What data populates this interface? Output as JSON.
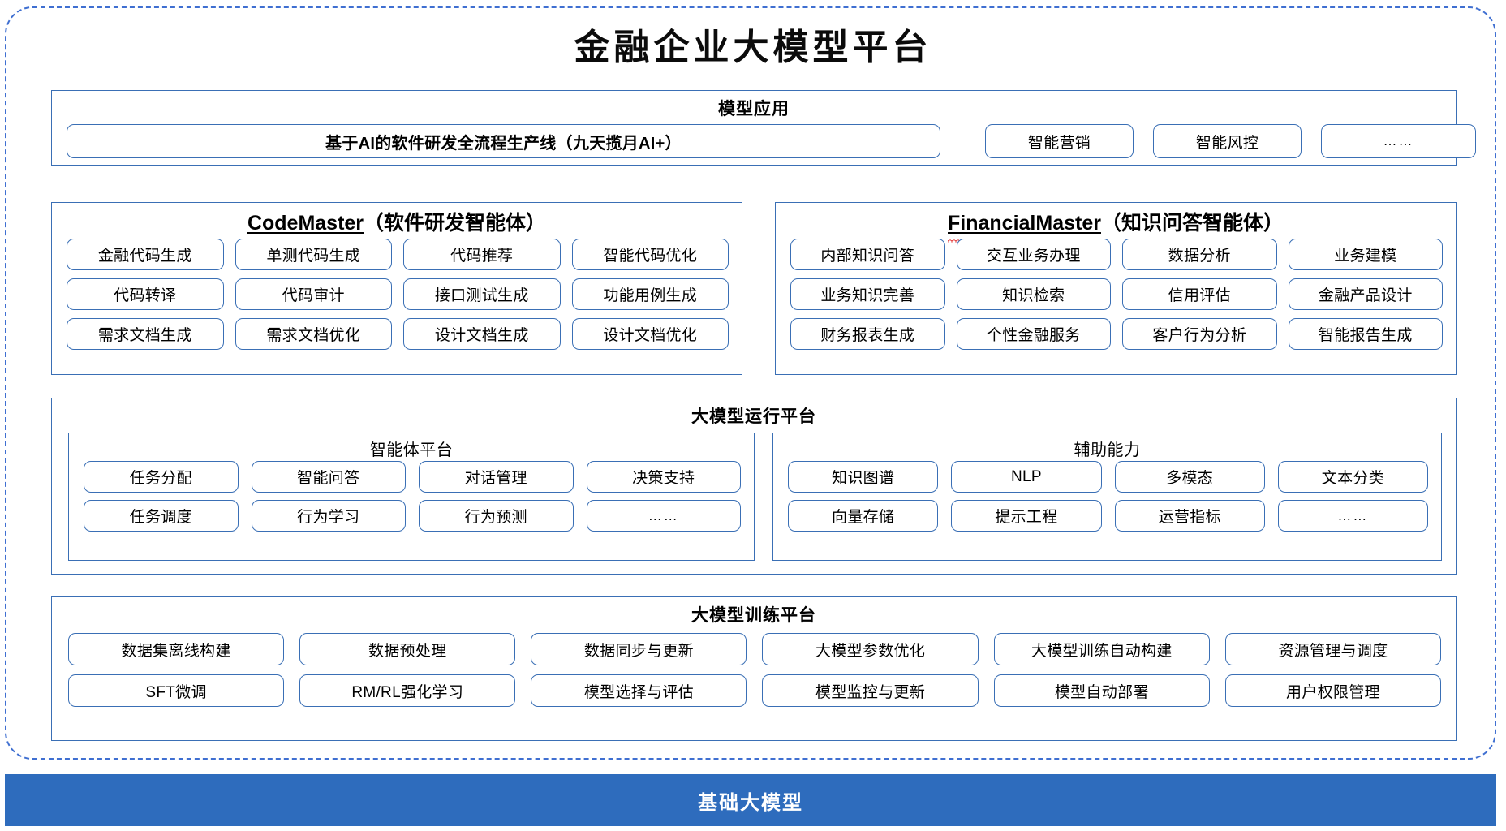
{
  "title": "金融企业大模型平台",
  "theme": {
    "frame_border": "#3f6fd1",
    "box_border": "#3a6fb5",
    "base_bar_bg": "#2e6cbd",
    "spellcheck_underline": "#e02020",
    "text": "#000000"
  },
  "model_application": {
    "heading": "模型应用",
    "items": [
      {
        "label": "基于AI的软件研发全流程生产线（九天揽月AI+）",
        "emphasis": true
      },
      {
        "label": "智能营销",
        "emphasis": false
      },
      {
        "label": "智能风控",
        "emphasis": false
      },
      {
        "label": "……",
        "emphasis": false
      }
    ]
  },
  "agents": [
    {
      "name_en": "CodeMaster",
      "name_cn": "（软件研发智能体）",
      "spellcheck_flagged": true,
      "capabilities": [
        "金融代码生成",
        "单测代码生成",
        "代码推荐",
        "智能代码优化",
        "代码转译",
        "代码审计",
        "接口测试生成",
        "功能用例生成",
        "需求文档生成",
        "需求文档优化",
        "设计文档生成",
        "设计文档优化"
      ]
    },
    {
      "name_en": "FinancialMaster",
      "name_cn": "（知识问答智能体）",
      "spellcheck_flagged": true,
      "capabilities": [
        "内部知识问答",
        "交互业务办理",
        "数据分析",
        "业务建模",
        "业务知识完善",
        "知识检索",
        "信用评估",
        "金融产品设计",
        "财务报表生成",
        "个性金融服务",
        "客户行为分析",
        "智能报告生成"
      ]
    }
  ],
  "runtime_platform": {
    "heading": "大模型运行平台",
    "panels": [
      {
        "title": "智能体平台",
        "items": [
          "任务分配",
          "智能问答",
          "对话管理",
          "决策支持",
          "任务调度",
          "行为学习",
          "行为预测",
          "……"
        ]
      },
      {
        "title": "辅助能力",
        "items": [
          "知识图谱",
          "NLP",
          "多模态",
          "文本分类",
          "向量存储",
          "提示工程",
          "运营指标",
          "……"
        ]
      }
    ]
  },
  "training_platform": {
    "heading": "大模型训练平台",
    "items": [
      "数据集离线构建",
      "数据预处理",
      "数据同步与更新",
      "大模型参数优化",
      "大模型训练自动构建",
      "资源管理与调度",
      "SFT微调",
      "RM/RL强化学习",
      "模型选择与评估",
      "模型监控与更新",
      "模型自动部署",
      "用户权限管理"
    ]
  },
  "base_model_bar": {
    "label": "基础大模型"
  }
}
